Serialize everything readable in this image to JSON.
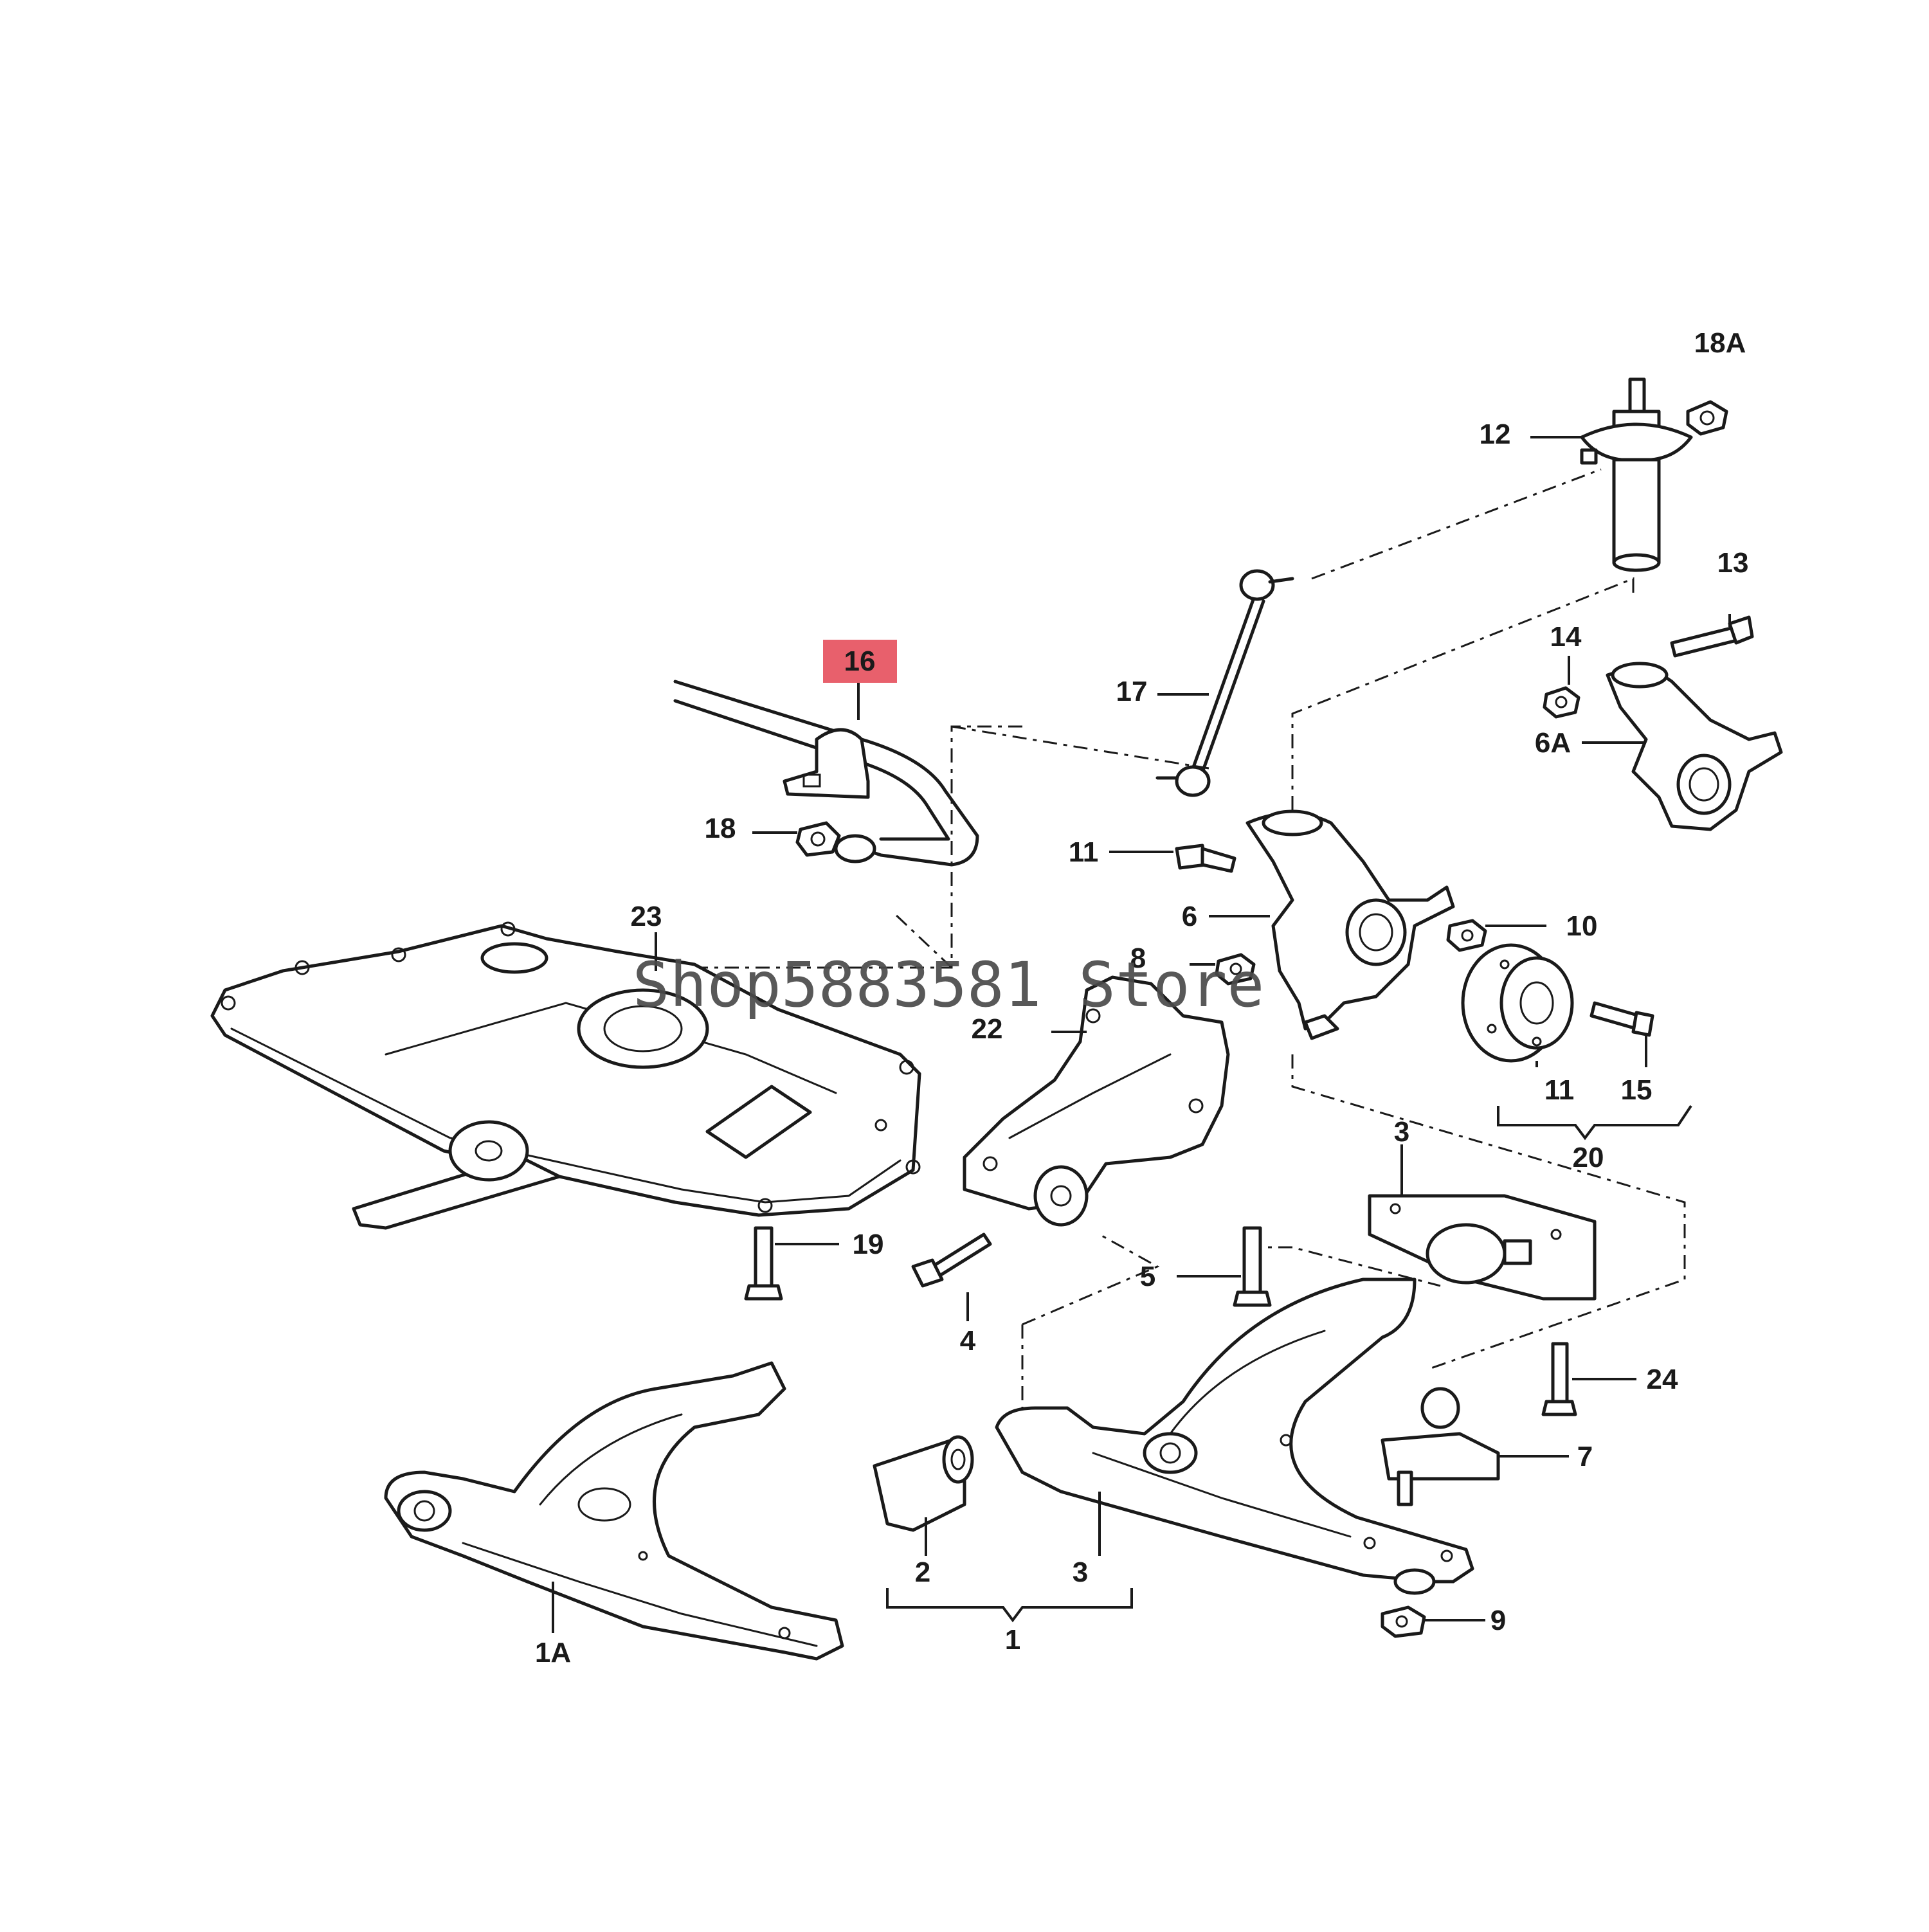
{
  "diagram": {
    "watermark": "Shop5883581 Store",
    "highlighted_part": "16",
    "callouts": {
      "c1": "1",
      "c1A": "1A",
      "c2": "2",
      "c3a": "3",
      "c3b": "3",
      "c4": "4",
      "c5": "5",
      "c6": "6",
      "c6A": "6A",
      "c7": "7",
      "c8": "8",
      "c9": "9",
      "c10": "10",
      "c11a": "11",
      "c11b": "11",
      "c12": "12",
      "c13": "13",
      "c14": "14",
      "c15": "15",
      "c16": "16",
      "c17": "17",
      "c18": "18",
      "c18A": "18A",
      "c19": "19",
      "c20": "20",
      "c22": "22",
      "c23": "23",
      "c24": "24"
    },
    "colors": {
      "highlight": "#e8606c",
      "line": "#1a1a1a"
    }
  }
}
